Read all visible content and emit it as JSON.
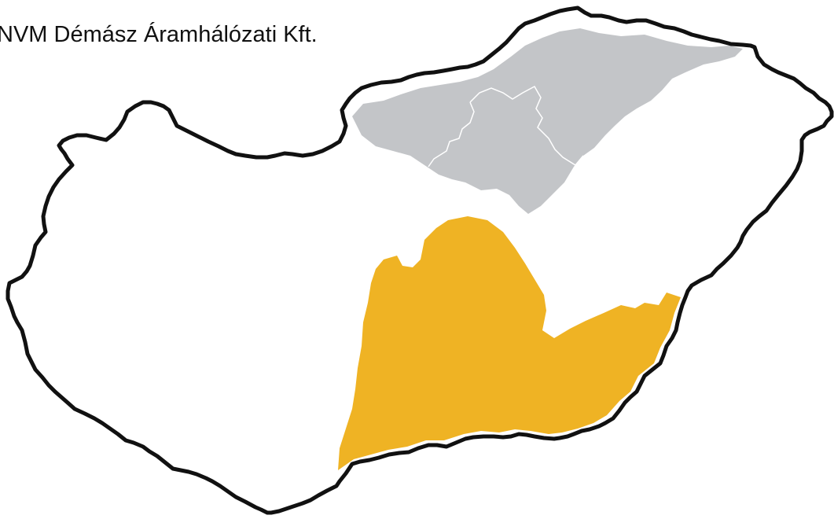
{
  "title": "NVM Démász Áramhálózati Kft.",
  "map": {
    "country": "Hungary",
    "highlighted_region": {
      "operator": "NVM Démász Áramhálózati Kft.",
      "color": "#EFB324"
    },
    "secondary_region": {
      "color": "#C3C5C8",
      "inner_border_color": "#ffffff"
    },
    "outline_color": "#111111",
    "background_color": "#ffffff"
  }
}
